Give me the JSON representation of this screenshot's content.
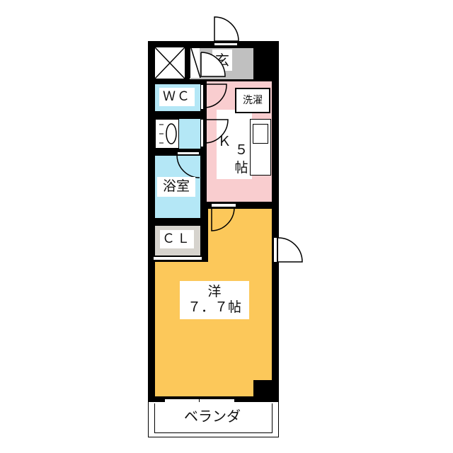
{
  "floorplan": {
    "colors": {
      "wall": "#000000",
      "entrance": "#c0c0c0",
      "kitchen": "#f9cdcf",
      "wet": "#b4e7f6",
      "closet": "#d6d3cd",
      "western": "#fcc85a",
      "background": "#ffffff"
    },
    "rooms": {
      "entrance": {
        "label": "玄"
      },
      "wc": {
        "label": "ＷＣ"
      },
      "laundry": {
        "label": "洗濯"
      },
      "kitchen": {
        "label_line1": "Ｋ",
        "label_line2": "５",
        "label_line3": "帖"
      },
      "bath": {
        "label": "浴室"
      },
      "closet": {
        "label": "ＣＬ"
      },
      "western": {
        "label_line1": "洋",
        "label_line2": "７．７帖"
      },
      "balcony": {
        "label": "ベランダ"
      }
    }
  }
}
